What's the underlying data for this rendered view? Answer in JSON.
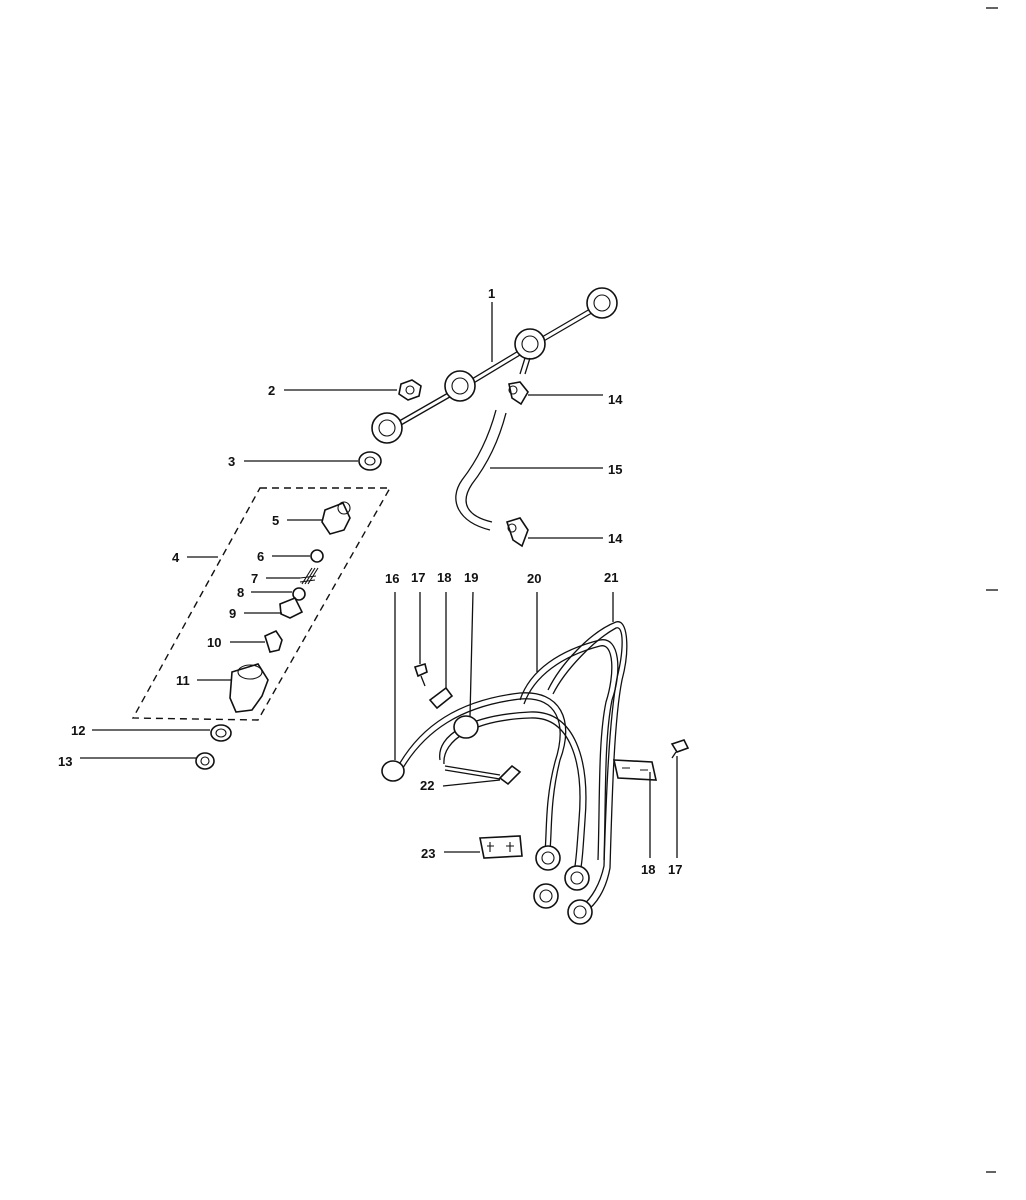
{
  "callouts": [
    {
      "id": "c1",
      "text": "1"
    },
    {
      "id": "c2",
      "text": "2"
    },
    {
      "id": "c3",
      "text": "3"
    },
    {
      "id": "c4",
      "text": "4"
    },
    {
      "id": "c5",
      "text": "5"
    },
    {
      "id": "c6",
      "text": "6"
    },
    {
      "id": "c7",
      "text": "7"
    },
    {
      "id": "c8",
      "text": "8"
    },
    {
      "id": "c9",
      "text": "9"
    },
    {
      "id": "c10",
      "text": "10"
    },
    {
      "id": "c11",
      "text": "11"
    },
    {
      "id": "c12",
      "text": "12"
    },
    {
      "id": "c13",
      "text": "13"
    },
    {
      "id": "c14a",
      "text": "14"
    },
    {
      "id": "c14b",
      "text": "14"
    },
    {
      "id": "c15",
      "text": "15"
    },
    {
      "id": "c16",
      "text": "16"
    },
    {
      "id": "c17a",
      "text": "17"
    },
    {
      "id": "c18a",
      "text": "18"
    },
    {
      "id": "c19",
      "text": "19"
    },
    {
      "id": "c20",
      "text": "20"
    },
    {
      "id": "c21",
      "text": "21"
    },
    {
      "id": "c22",
      "text": "22"
    },
    {
      "id": "c23",
      "text": "23"
    },
    {
      "id": "c18b",
      "text": "18"
    },
    {
      "id": "c17b",
      "text": "17"
    }
  ]
}
